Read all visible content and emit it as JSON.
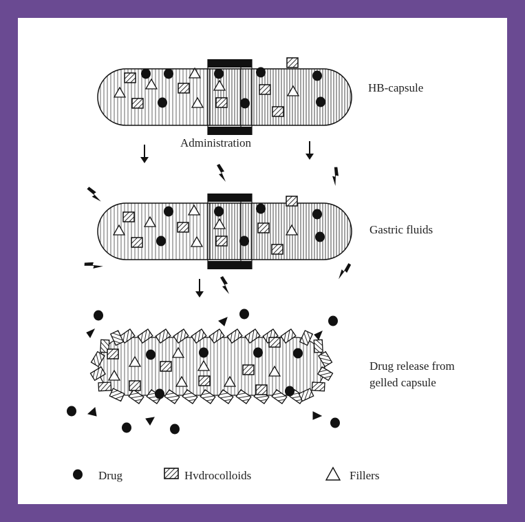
{
  "labels": {
    "hb_capsule": "HB-capsule",
    "administration": "Administration",
    "gastric_fluids": "Gastric fluids",
    "drug_release_line1": "Drug release from",
    "drug_release_line2": "gelled capsule"
  },
  "legend": {
    "drug": "Drug",
    "hydrocolloids": "Hvdrocolloids",
    "fillers": "Fillers"
  },
  "colors": {
    "border": "#6a4a92",
    "ink": "#111111"
  }
}
